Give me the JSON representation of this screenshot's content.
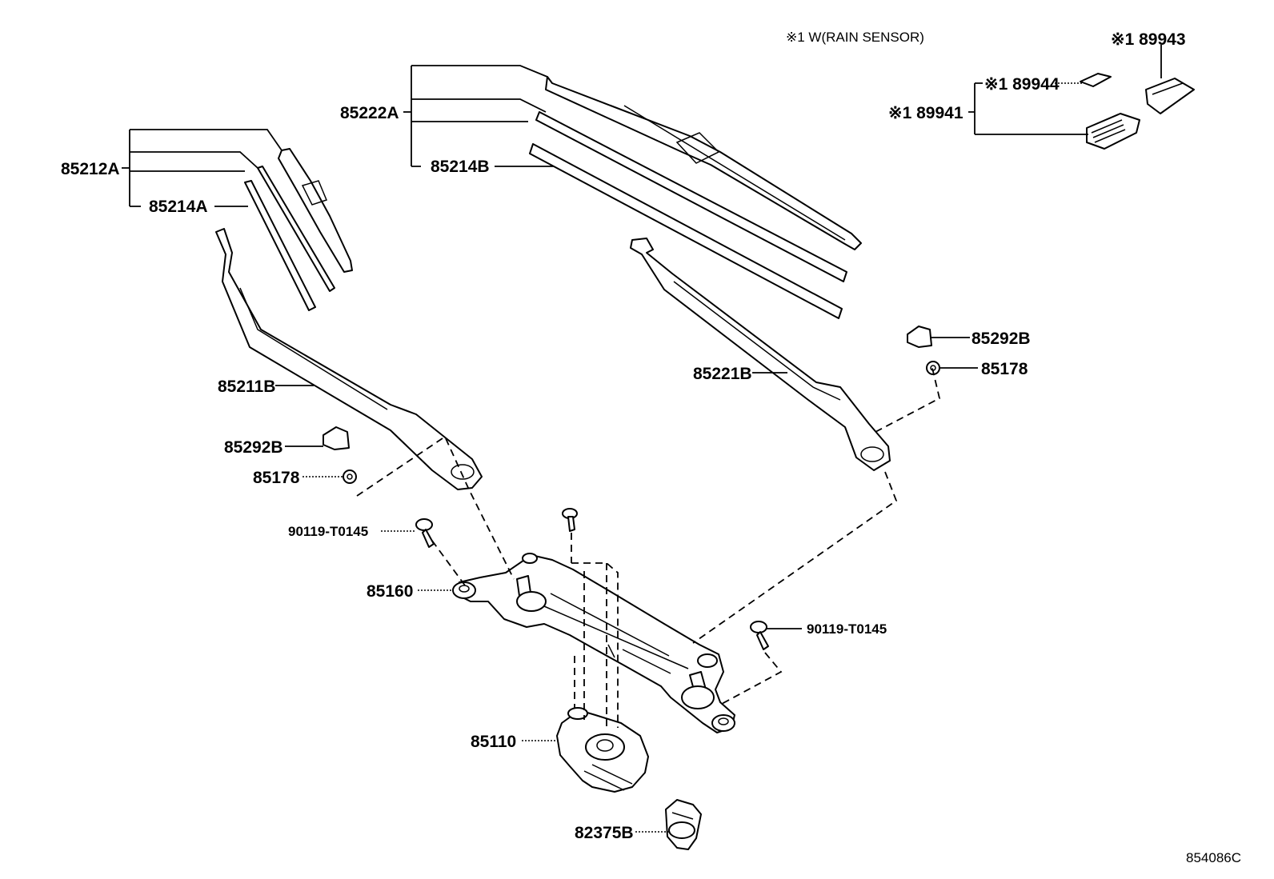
{
  "note": "※1 W(RAIN SENSOR)",
  "diagram_code": "854086C",
  "labels": {
    "p89943": "※1 89943",
    "p89944": "※1 89944",
    "p89941": "※1 89941",
    "p85222A": "85222A",
    "p85214B": "85214B",
    "p85212A": "85212A",
    "p85214A": "85214A",
    "p85292B_r": "85292B",
    "p85178_r": "85178",
    "p85221B": "85221B",
    "p85211B": "85211B",
    "p85292B_l": "85292B",
    "p85178_l": "85178",
    "p90119_l": "90119-T0145",
    "p85160": "85160",
    "p90119_r": "90119-T0145",
    "p85110": "85110",
    "p82375B": "82375B"
  }
}
